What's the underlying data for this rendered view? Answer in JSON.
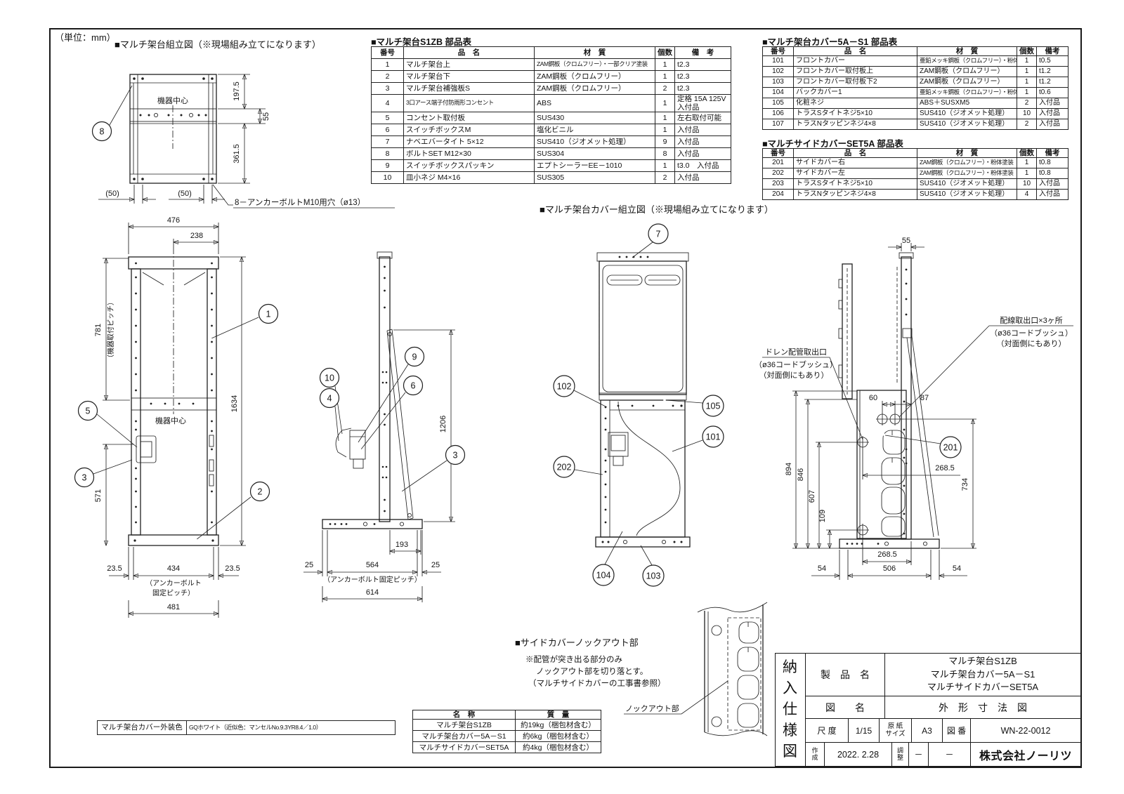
{
  "page": {
    "units_note": "（単位：mm）"
  },
  "figures": {
    "rack_top": {
      "title": "■マルチ架台組立図（※現場組み立てになります）",
      "center_label": "機器中心",
      "anchor_note": "8－アンカーボルトM10用穴（ø13）",
      "balloon": "8",
      "dims": {
        "h1": "197.5",
        "h2": "55",
        "h3": "361.5",
        "w1": "(50)",
        "w2": "(50)"
      }
    },
    "rack_front": {
      "center_label": "機器中心",
      "balloons": {
        "b1": "1",
        "b2": "2",
        "b3": "3",
        "b5": "5"
      },
      "dims": {
        "w476": "476",
        "w238": "238",
        "h781": "781",
        "h781_note": "（機器取付ピッチ）",
        "h1634": "1634",
        "h571": "571",
        "b23l": "23.5",
        "w434": "434",
        "anchor_note1": "（アンカーボルト",
        "anchor_note2": "固定ピッチ）",
        "b23r": "23.5",
        "w481": "481"
      }
    },
    "rack_side": {
      "balloons": {
        "b10": "10",
        "b4": "4",
        "b9": "9",
        "b6": "6",
        "b3": "3"
      },
      "dims": {
        "h1206": "1206",
        "w193": "193",
        "w25l": "25",
        "w564": "564",
        "anchor_note": "（アンカーボルト固定ピッチ）",
        "w25r": "25",
        "w614": "614"
      }
    },
    "cover_assembly": {
      "title": "■マルチ架台カバー組立図（※現場組み立てになります）",
      "balloons": {
        "b7": "7",
        "b102": "102",
        "b105": "105",
        "b101": "101",
        "b202": "202",
        "b104": "104",
        "b103": "103"
      }
    },
    "cover_side": {
      "balloon": "201",
      "dims": {
        "w55": "55",
        "w60": "60",
        "w87": "87",
        "h894": "894",
        "h846": "846",
        "h607": "607",
        "h109": "109",
        "d268u": "268.5",
        "h734": "734",
        "d268b": "268.5",
        "w54l": "54",
        "w506": "506",
        "w54r": "54"
      },
      "drain_label": {
        "l1": "ドレン配管取出口",
        "l2": "（ø36コードブッシュ）",
        "l3": "（対面側にもあり）"
      },
      "wiring_label": {
        "l1": "配線取出口×3ヶ所",
        "l2": "（ø36コードブッシュ）",
        "l3": "（対面側にもあり）"
      }
    },
    "knockout": {
      "title": "■サイドカバーノックアウト部",
      "note1": "※配管が突き出る部分のみ",
      "note2": "ノックアウト部を切り落とす。",
      "note3": "（マルチサイドカバーの工事書参照）",
      "label": "ノックアウト部"
    }
  },
  "tables": {
    "s1zb": {
      "title": "■マルチ架台S1ZB 部品表",
      "headers": [
        "番号",
        "品　名",
        "材　質",
        "個数",
        "備　考"
      ],
      "rows": [
        [
          "1",
          "マルチ架台上",
          "ZAM鋼板（クロムフリー）・一部クリア塗装",
          "1",
          "t2.3"
        ],
        [
          "2",
          "マルチ架台下",
          "ZAM鋼板（クロムフリー）",
          "1",
          "t2.3"
        ],
        [
          "3",
          "マルチ架台補強板S",
          "ZAM鋼板（クロムフリー）",
          "2",
          "t2.3"
        ],
        [
          "4",
          "3口アース端子付防雨形コンセント",
          "ABS",
          "1",
          "定格 15A 125V\n入付品"
        ],
        [
          "5",
          "コンセント取付板",
          "SUS430",
          "1",
          "左右取付可能"
        ],
        [
          "6",
          "スイッチボックスM",
          "塩化ビニル",
          "1",
          "入付品"
        ],
        [
          "7",
          "ナベエバータイト 5×12",
          "SUS410（ジオメット処理）",
          "9",
          "入付品"
        ],
        [
          "8",
          "ボルトSET M12×30",
          "SUS304",
          "8",
          "入付品"
        ],
        [
          "9",
          "スイッチボックスパッキン",
          "エプトシーラーEE－1010",
          "1",
          "t3.0　入付品"
        ],
        [
          "10",
          "皿小ネジ M4×16",
          "SUS305",
          "2",
          "入付品"
        ]
      ]
    },
    "cover5a": {
      "title": "■マルチ架台カバー5A－S1 部品表",
      "headers": [
        "番号",
        "品　名",
        "材　質",
        "個数",
        "備考"
      ],
      "rows": [
        [
          "101",
          "フロントカバー",
          "亜鉛メッキ鋼板（クロムフリー）・粉体塗装",
          "1",
          "t0.5"
        ],
        [
          "102",
          "フロントカバー取付板上",
          "ZAM鋼板（クロムフリー）",
          "1",
          "t1.2"
        ],
        [
          "103",
          "フロントカバー取付板下2",
          "ZAM鋼板（クロムフリー）",
          "1",
          "t1.2"
        ],
        [
          "104",
          "バックカバー1",
          "亜鉛メッキ鋼板（クロムフリー）・粉体塗装",
          "1",
          "t0.6"
        ],
        [
          "105",
          "化粧ネジ",
          "ABS＋SUSXM5",
          "2",
          "入付品"
        ],
        [
          "106",
          "トラスSタイトネジ5×10",
          "SUS410（ジオメット処理）",
          "10",
          "入付品"
        ],
        [
          "107",
          "トラスNタッピンネジ4×8",
          "SUS410（ジオメット処理）",
          "2",
          "入付品"
        ]
      ]
    },
    "set5a": {
      "title": "■マルチサイドカバーSET5A 部品表",
      "headers": [
        "番号",
        "品　名",
        "材　質",
        "個数",
        "備考"
      ],
      "rows": [
        [
          "201",
          "サイドカバー右",
          "ZAM鋼板（クロムフリー）・粉体塗装",
          "1",
          "t0.8"
        ],
        [
          "202",
          "サイドカバー左",
          "ZAM鋼板（クロムフリー）・粉体塗装",
          "1",
          "t0.8"
        ],
        [
          "203",
          "トラスSタイトネジ5×10",
          "SUS410（ジオメット処理）",
          "10",
          "入付品"
        ],
        [
          "204",
          "トラスNタッピンネジ4×8",
          "SUS410（ジオメット処理）",
          "4",
          "入付品"
        ]
      ]
    },
    "color": {
      "rows": [
        [
          "マルチ架台カバー外装色",
          "GQホワイト（近似色：マンセルNo.9.3YR8.4／1.0）"
        ]
      ]
    },
    "weight": {
      "headers": [
        "名　称",
        "質　量"
      ],
      "rows": [
        [
          "マルチ架台S1ZB",
          "約19kg（梱包材含む）"
        ],
        [
          "マルチ架台カバー5A－S1",
          "約6kg（梱包材含む）"
        ],
        [
          "マルチサイドカバーSET5A",
          "約4kg（梱包材含む）"
        ]
      ]
    }
  },
  "title_block": {
    "side_label": "納入仕様図",
    "product_label": "製　品　名",
    "products": [
      "マルチ架台S1ZB",
      "マルチ架台カバー5A－S1",
      "マルチサイドカバーSET5A"
    ],
    "drawing_label": "図　　名",
    "drawing_name": "外　形　寸　法　図",
    "scale_label": "尺 度",
    "scale_value": "1/15",
    "paper_label_1": "原 紙",
    "paper_label_2": "サイズ",
    "paper_value": "A3",
    "number_label": "図 番",
    "number_value": "WN-22-0012",
    "created_label_1": "作",
    "created_label_2": "成",
    "created_value": "2022. 2.28",
    "adjust_label_1": "調",
    "adjust_label_2": "整",
    "adjust_value": "－",
    "extra_value": "－",
    "company": "株式会社ノーリツ"
  }
}
